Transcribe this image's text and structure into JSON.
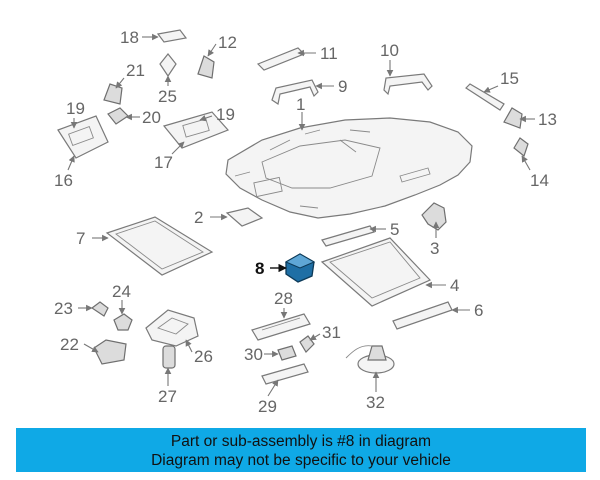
{
  "diagram": {
    "highlight_part": "8",
    "highlight_color": "#1f6fa5",
    "callouts": [
      "1",
      "2",
      "3",
      "4",
      "5",
      "6",
      "7",
      "8",
      "9",
      "10",
      "11",
      "12",
      "13",
      "14",
      "15",
      "16",
      "17",
      "18",
      "19",
      "19",
      "20",
      "21",
      "22",
      "23",
      "24",
      "25",
      "26",
      "27",
      "28",
      "29",
      "30",
      "31",
      "32"
    ]
  },
  "banner": {
    "line1": "Part or sub-assembly is #8 in diagram",
    "line2": "Diagram may not be specific to your vehicle",
    "background": "#0fa9e6"
  }
}
